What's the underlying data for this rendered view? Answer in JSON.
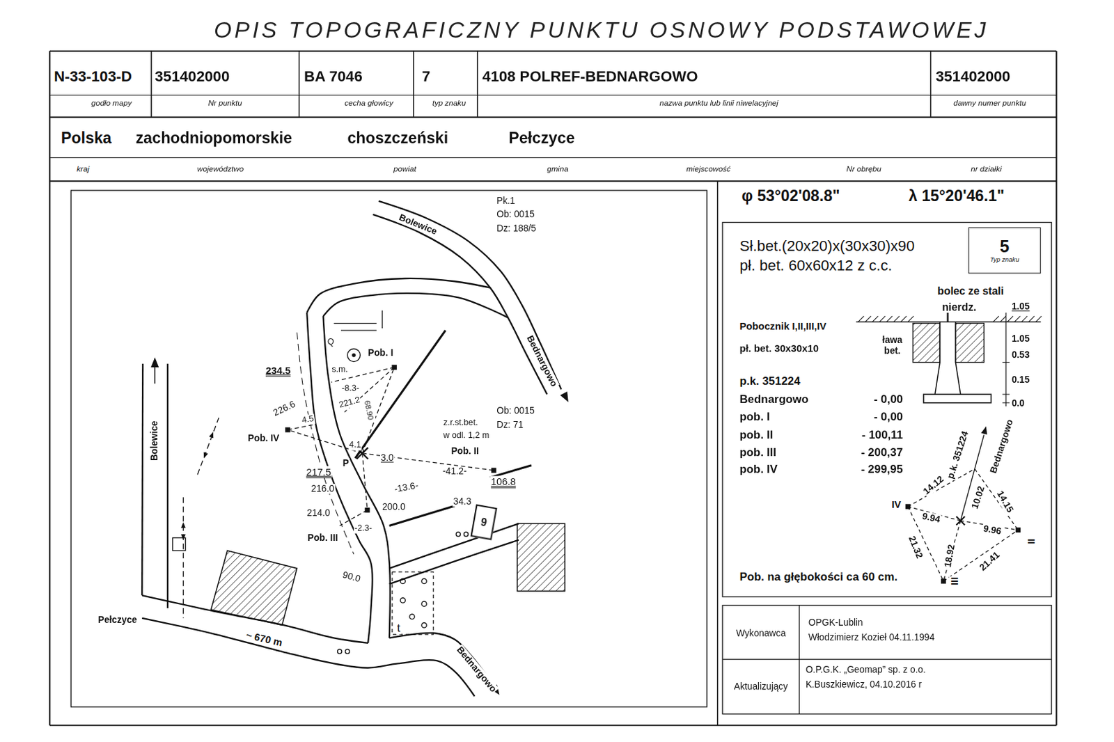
{
  "diagram": {
    "title": "OPIS TOPOGRAFICZNY PUNKTU OSNOWY PODSTAWOWEJ",
    "nodes": [
      {
        "text": [
          "5",
          "Typ znaku"
        ]
      },
      {
        "text": [
          "9"
        ]
      }
    ],
    "labels": [
      "N-33-103-D",
      "351402000",
      "BA 7046",
      "7",
      "4108 POLREF-BEDNARGOWO",
      "351402000",
      "godło mapy",
      "Nr punktu",
      "cecha głowicy",
      "typ znaku",
      "nazwa punktu lub linii niwelacyjnej",
      "dawny numer punktu",
      "Polska",
      "zachodniopomorskie",
      "choszczeński",
      "Pełczyce",
      "kraj",
      "województwo",
      "powiat",
      "gmina",
      "miejscowość",
      "Nr obrębu",
      "nr działki",
      "φ 53°02'08.8\"",
      "λ 15°20'46.1\"",
      "Sł.bet.(20x20)x(30x30)x90",
      "pł. bet. 60x60x12 z c.c.",
      "bolec ze stali",
      "nierdz.",
      "1.05",
      "Pobocznik I,II,III,IV",
      "pł. bet. 30x30x10",
      "ława bet.",
      "1.05",
      "0.53",
      "0.15",
      "0.0",
      "p.k. 351224",
      "Bednargowo",
      "- 0,00",
      "pob. I",
      "- 0,00",
      "pob. II",
      "- 100,11",
      "pob. III",
      "- 200,37",
      "pob. IV",
      "- 299,95",
      "p.k. 351224",
      "Bednargowo",
      "14.12",
      "10.02",
      "14.15",
      "9.94",
      "9.96",
      "21.32",
      "18.92",
      "21.41",
      "IV",
      "II",
      "III",
      "Pob. na głębokości ca 60 cm.",
      "Wykonawca",
      "OPGK-Lublin",
      "Włodzimierz Kozieł 04.11.1994",
      "Aktualizujący",
      "O.P.G.K. „Geomap” sp. z o.o.",
      "K.Buszkiewicz, 04.10.2016 r",
      "Pk.1",
      "Ob: 0015",
      "Dz: 188/5",
      "Bolewice",
      "Bednargowo",
      "Bolewice",
      "Pełczyce",
      "~ 670 m",
      "Bednargowo",
      "Q",
      "Pob. I",
      "s.m.",
      "234.5",
      "-8.3-",
      "221.2",
      "68.90",
      "226.6",
      "4.5",
      "Pob. IV",
      "z.r.st.bet.",
      "w odl. 1,2 m",
      "Ob: 0015",
      "Dz: 71",
      "Pob. II",
      "4.1",
      "3.0",
      "P",
      "217.5",
      "216.0",
      "-41.2-",
      "106.8",
      "-13.6-",
      "200.0",
      "34.3",
      "214.0",
      "-2.3-",
      "Pob. III",
      "90.0",
      "t"
    ]
  }
}
